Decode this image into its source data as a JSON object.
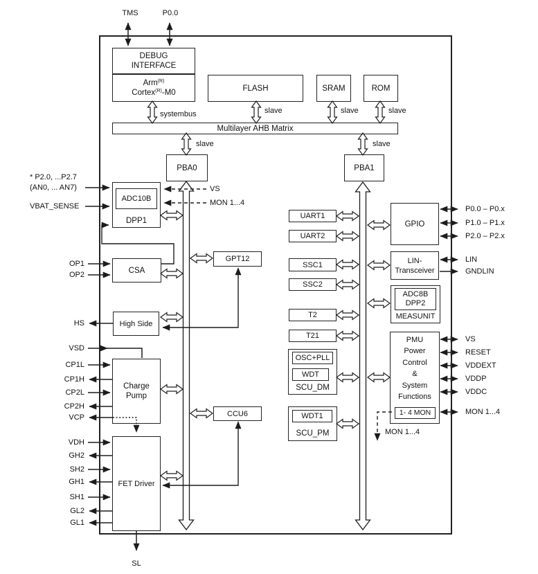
{
  "top_pins": {
    "tms": "TMS",
    "p00": "P0.0"
  },
  "cpu": {
    "debug1": "DEBUG",
    "debug2": "INTERFACE",
    "arm": "Arm",
    "reg": "(R)",
    "cortex": "Cortex",
    "m0": "-M0"
  },
  "memory": {
    "flash": "FLASH",
    "sram": "SRAM",
    "rom": "ROM"
  },
  "bus": {
    "matrix": "Multilayer AHB Matrix",
    "systembus": "systembus",
    "slave": "slave",
    "pba0": "PBA0",
    "pba1": "PBA1"
  },
  "left_blocks": {
    "adc_inner": "ADC10B",
    "adc_label": "DPP1",
    "csa": "CSA",
    "gpt12": "GPT12",
    "highside": "High Side",
    "charge1": "Charge",
    "charge2": "Pump",
    "ccu6": "CCU6",
    "fet": "FET Driver",
    "vs_dashed": "VS",
    "mon_dashed": "MON 1...4"
  },
  "left_pins": {
    "analog1": "* P2.0, ...P2.7",
    "analog2": "(AN0, ... AN7)",
    "vbat": "VBAT_SENSE",
    "op1": "OP1",
    "op2": "OP2",
    "hs": "HS",
    "vsd": "VSD",
    "cp1l": "CP1L",
    "cp1h": "CP1H",
    "cp2l": "CP2L",
    "cp2h": "CP2H",
    "vcp": "VCP",
    "vdh": "VDH",
    "gh2": "GH2",
    "sh2": "SH2",
    "gh1": "GH1",
    "sh1": "SH1",
    "gl2": "GL2",
    "gl1": "GL1",
    "sl": "SL"
  },
  "mid_blocks": {
    "uart1": "UART1",
    "uart2": "UART2",
    "ssc1": "SSC1",
    "ssc2": "SSC2",
    "t2": "T2",
    "t21": "T21",
    "osc": "OSC+PLL",
    "wdt": "WDT",
    "scudm": "SCU_DM",
    "wdt1": "WDT1",
    "scupm": "SCU_PM"
  },
  "right_blocks": {
    "gpio": "GPIO",
    "lin1": "LIN-",
    "lin2": "Transceiver",
    "adc8b": "ADC8B",
    "dpp2": "DPP2",
    "measunit": "MEASUNIT",
    "pmu_lines": [
      "PMU",
      "Power",
      "Control",
      "&",
      "System",
      "Functions"
    ],
    "monbox": "1- 4 MON",
    "mon_dashed": "MON 1...4"
  },
  "right_pins": {
    "p0": "P0.0 – P0.x",
    "p1": "P1.0 – P1.x",
    "p2": "P2.0 – P2.x",
    "lin": "LIN",
    "gndlin": "GNDLIN",
    "vs": "VS",
    "reset": "RESET",
    "vddext": "VDDEXT",
    "vddp": "VDDP",
    "vddc": "VDDC",
    "mon": "MON 1...4"
  },
  "colors": {
    "ink": "#1c1c1c",
    "background": "#ffffff"
  }
}
